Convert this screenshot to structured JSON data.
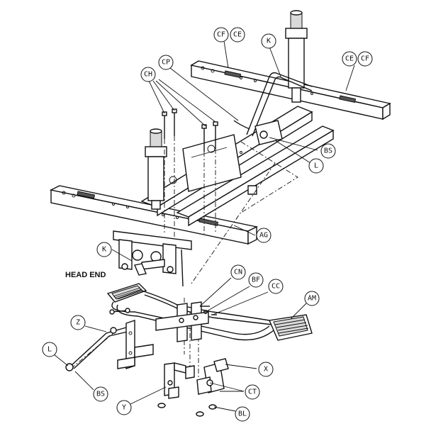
{
  "title_note": "HEAD END",
  "callouts": {
    "cf_top_left": "CF",
    "ce_top_left": "CE",
    "k_top": "K",
    "ce_right": "CE",
    "cf_right": "CF",
    "cp": "CP",
    "ch": "CH",
    "bs_upper": "BS",
    "l_upper": "L",
    "ag": "AG",
    "k_left": "K",
    "cn": "CN",
    "bf": "BF",
    "cc": "CC",
    "am": "AM",
    "z": "Z",
    "l_lower": "L",
    "bs_lower": "BS",
    "x": "X",
    "ct": "CT",
    "y": "Y",
    "bl": "BL"
  }
}
